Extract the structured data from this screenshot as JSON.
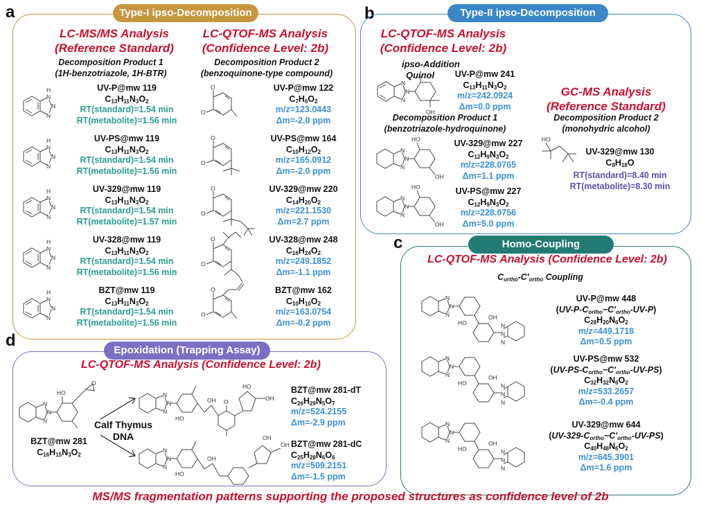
{
  "panels": {
    "a": {
      "letter": "a",
      "header": "Type-I ipso-Decomposition",
      "header_color": "#c8963e",
      "border_color": "#c8963e",
      "left": {
        "title1": "LC-MS/MS Analysis",
        "title2": "(Reference Standard)",
        "sub1": "Decomposition Product 1",
        "sub2": "(1H-benzotriazole, 1H-BTR)",
        "entries": [
          {
            "name": "UV-P@mw 119",
            "formula_html": "C<sub>13</sub>H<sub>11</sub>N<sub>3</sub>O<sub>2</sub>",
            "rt_std": "RT(standard)=1.54 min",
            "rt_met": "RT(metabolite)=1.56 min"
          },
          {
            "name": "UV-PS@mw 119",
            "formula_html": "C<sub>13</sub>H<sub>11</sub>N<sub>3</sub>O<sub>2</sub>",
            "rt_std": "RT(standard)=1.54 min",
            "rt_met": "RT(metabolite)=1.56 min"
          },
          {
            "name": "UV-329@mw 119",
            "formula_html": "C<sub>13</sub>H<sub>11</sub>N<sub>3</sub>O<sub>2</sub>",
            "rt_std": "RT(standard)=1.54 min",
            "rt_met": "RT(metabolite)=1.57 min"
          },
          {
            "name": "UV-328@mw 119",
            "formula_html": "C<sub>13</sub>H<sub>11</sub>N<sub>3</sub>O<sub>2</sub>",
            "rt_std": "RT(standard)=1.54 min",
            "rt_met": "RT(metabolite)=1.56 min"
          },
          {
            "name": "BZT@mw 119",
            "formula_html": "C<sub>13</sub>H<sub>11</sub>N<sub>3</sub>O<sub>2</sub>",
            "rt_std": "RT(standard)=1.54 min",
            "rt_met": "RT(metabolite)=1.56 min"
          }
        ]
      },
      "right": {
        "title1": "LC-QTOF-MS Analysis",
        "title2": "(Confidence Level: 2b)",
        "sub1": "Decomposition Product 2",
        "sub2": "(benzoquinone-type compound)",
        "entries": [
          {
            "name": "UV-P@mw 122",
            "formula_html": "C<sub>7</sub>H<sub>6</sub>O<sub>2</sub>",
            "mz": "m/z=123.0443",
            "dm": "Δm=-2.0 ppm"
          },
          {
            "name": "UV-PS@mw 164",
            "formula_html": "C<sub>10</sub>H<sub>12</sub>O<sub>2</sub>",
            "mz": "m/z=165.0912",
            "dm": "Δm=-2.0 ppm"
          },
          {
            "name": "UV-329@mw 220",
            "formula_html": "C<sub>14</sub>H<sub>20</sub>O<sub>2</sub>",
            "mz": "m/z=221.1530",
            "dm": "Δm=2.7 ppm"
          },
          {
            "name": "UV-328@mw 248",
            "formula_html": "C<sub>16</sub>H<sub>24</sub>O<sub>2</sub>",
            "mz": "m/z=249.1852",
            "dm": "Δm=-1.1 ppm"
          },
          {
            "name": "BZT@mw 162",
            "formula_html": "C<sub>10</sub>H<sub>10</sub>O<sub>2</sub>",
            "mz": "m/z=163.0754",
            "dm": "Δm=-0.2 ppm"
          }
        ]
      }
    },
    "b": {
      "letter": "b",
      "header": "Type-II ipso-Decomposition",
      "header_color": "#3a86c8",
      "border_color": "#3a86c8",
      "left": {
        "title1": "LC-QTOF-MS Analysis",
        "title2": "(Confidence Level: 2b)",
        "quinol_label1": "ipso-Addition",
        "quinol_label2": "Quinol",
        "quinol": {
          "name": "UV-P@mw 241",
          "formula_html": "C<sub>13</sub>H<sub>11</sub>N<sub>3</sub>O<sub>2</sub>",
          "mz": "m/z=242.0924",
          "dm": "Δm=0.0 ppm"
        },
        "sub1": "Decomposition Product 1",
        "sub2": "(benzotriazole-hydroquinone)",
        "entries": [
          {
            "name": "UV-329@mw 227",
            "formula_html": "C<sub>12</sub>H<sub>9</sub>N<sub>3</sub>O<sub>2</sub>",
            "mz": "m/z=228.0765",
            "dm": "Δm=1.1 ppm"
          },
          {
            "name": "UV-PS@mw 227",
            "formula_html": "C<sub>12</sub>H<sub>9</sub>N<sub>3</sub>O<sub>2</sub>",
            "mz": "m/z=228.0756",
            "dm": "Δm=5.0 ppm"
          }
        ]
      },
      "right": {
        "title1": "GC-MS Analysis",
        "title2": "(Reference Standard)",
        "sub1": "Decomposition Product  2",
        "sub2": "(monohydric alcohol)",
        "entry": {
          "name": "UV-329@mw 130",
          "formula_html": "C<sub>8</sub>H<sub>18</sub>O",
          "rt_std": "RT(standard)=8.40 min",
          "rt_met": "RT(metabolite)=8.30 min"
        }
      }
    },
    "c": {
      "letter": "c",
      "header": "Homo-Coupling",
      "header_color": "#237a73",
      "border_color": "#237a73",
      "title": "LC-QTOF-MS Analysis (Confidence Level: 2b)",
      "coupling_html": "C<sub><i>ortho</i></sub>-C'<sub><i>ortho</i></sub> Coupling",
      "entries": [
        {
          "name": "UV-P@mw 448",
          "dimer_html": "(<i>UV-P-C<sub>ortho</sub>−C'<sub>ortho</sub>-UV-P</i>)",
          "formula_html": "C<sub>28</sub>H<sub>20</sub>N<sub>6</sub>O<sub>2</sub>",
          "mz": "m/z=449.1718",
          "dm": "Δm=0.5 ppm"
        },
        {
          "name": "UV-PS@mw 532",
          "dimer_html": "(<i>UV-PS-C<sub>ortho</sub>−C'<sub>ortho</sub>-UV-PS</i>)",
          "formula_html": "C<sub>32</sub>H<sub>32</sub>N<sub>6</sub>O<sub>2</sub>",
          "mz": "m/z=533.2657",
          "dm": "Δm=-0.4 ppm"
        },
        {
          "name": "UV-329@mw 644",
          "dimer_html": "(<i>UV-329-C<sub>ortho</sub>−C'<sub>ortho</sub>-UV-PS</i>)",
          "formula_html": "C<sub>40</sub>H<sub>48</sub>N<sub>6</sub>O<sub>2</sub>",
          "mz": "m/z=645.3901",
          "dm": "Δm=1.6 ppm"
        }
      ]
    },
    "d": {
      "letter": "d",
      "header": "Epoxidation (Trapping Assay)",
      "header_color": "#7b6fc4",
      "border_color": "#7b6fc4",
      "title": "LC-QTOF-MS Analysis (Confidence Level: 2b)",
      "parent": {
        "name": "BZT@mw 281",
        "formula_html": "C<sub>16</sub>H<sub>15</sub>N<sub>3</sub>O<sub>2</sub>"
      },
      "reagent1": "Calf Thymus",
      "reagent2": "DNA",
      "adducts": [
        {
          "name": "BZT@mw 281-dT",
          "formula_html": "C<sub>26</sub>H<sub>29</sub>N<sub>5</sub>O<sub>7</sub>",
          "mz": "m/z=524.2155",
          "dm": "Δm=-2.9 ppm"
        },
        {
          "name": "BZT@mw 281-dC",
          "formula_html": "C<sub>25</sub>H<sub>28</sub>N<sub>6</sub>O<sub>6</sub>",
          "mz": "m/z=509.2151",
          "dm": "Δm=-1.5 ppm"
        }
      ]
    }
  },
  "atoms": {
    "N": "N",
    "H": "H",
    "O": "O",
    "HO": "HO",
    "OH": "OH",
    "NH": "H"
  },
  "footer": "MS/MS fragmentation patterns supporting the proposed structures as confidence level of 2b",
  "colors": {
    "red": "#c8102e",
    "teal": "#2a9d8f",
    "blue": "#3a8fd6",
    "purple": "#5b4fb0"
  }
}
